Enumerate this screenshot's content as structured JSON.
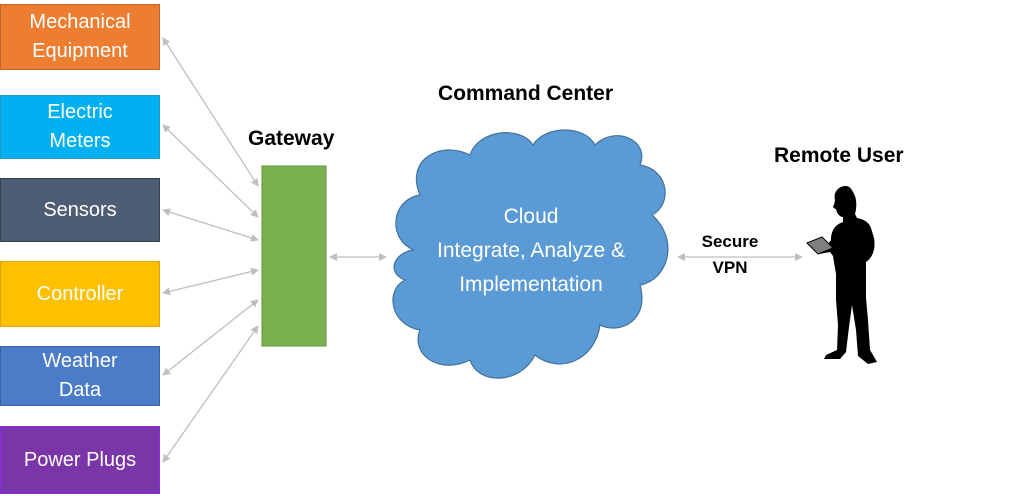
{
  "diagram": {
    "devices": [
      {
        "label": "Mechanical\nEquipment",
        "color": "#ED7D31",
        "border": "#C0622A"
      },
      {
        "label": "Electric\nMeters",
        "color": "#00B0F0",
        "border": "#1E96CC"
      },
      {
        "label": "Sensors",
        "color": "#4E5D74",
        "border": "#33404F"
      },
      {
        "label": "Controller",
        "color": "#FFC000",
        "border": "#D9A300"
      },
      {
        "label": "Weather\nData",
        "color": "#4A7CC8",
        "border": "#3A64A6"
      },
      {
        "label": "Power Plugs",
        "color": "#7A35A8",
        "border": "#8B2BE2"
      }
    ],
    "gateway": {
      "label": "Gateway",
      "color": "#7AB252",
      "border": "#5E8E3D"
    },
    "command_center": {
      "title": "Command Center",
      "cloud_lines": [
        "Cloud",
        "Integrate, Analyze &",
        "Implementation"
      ],
      "color": "#5B9BD5",
      "border": "#41719C"
    },
    "link": {
      "lines": [
        "Secure",
        "VPN"
      ]
    },
    "remote_user": {
      "label": "Remote User"
    },
    "arrow_color": "#BFBFBF"
  }
}
